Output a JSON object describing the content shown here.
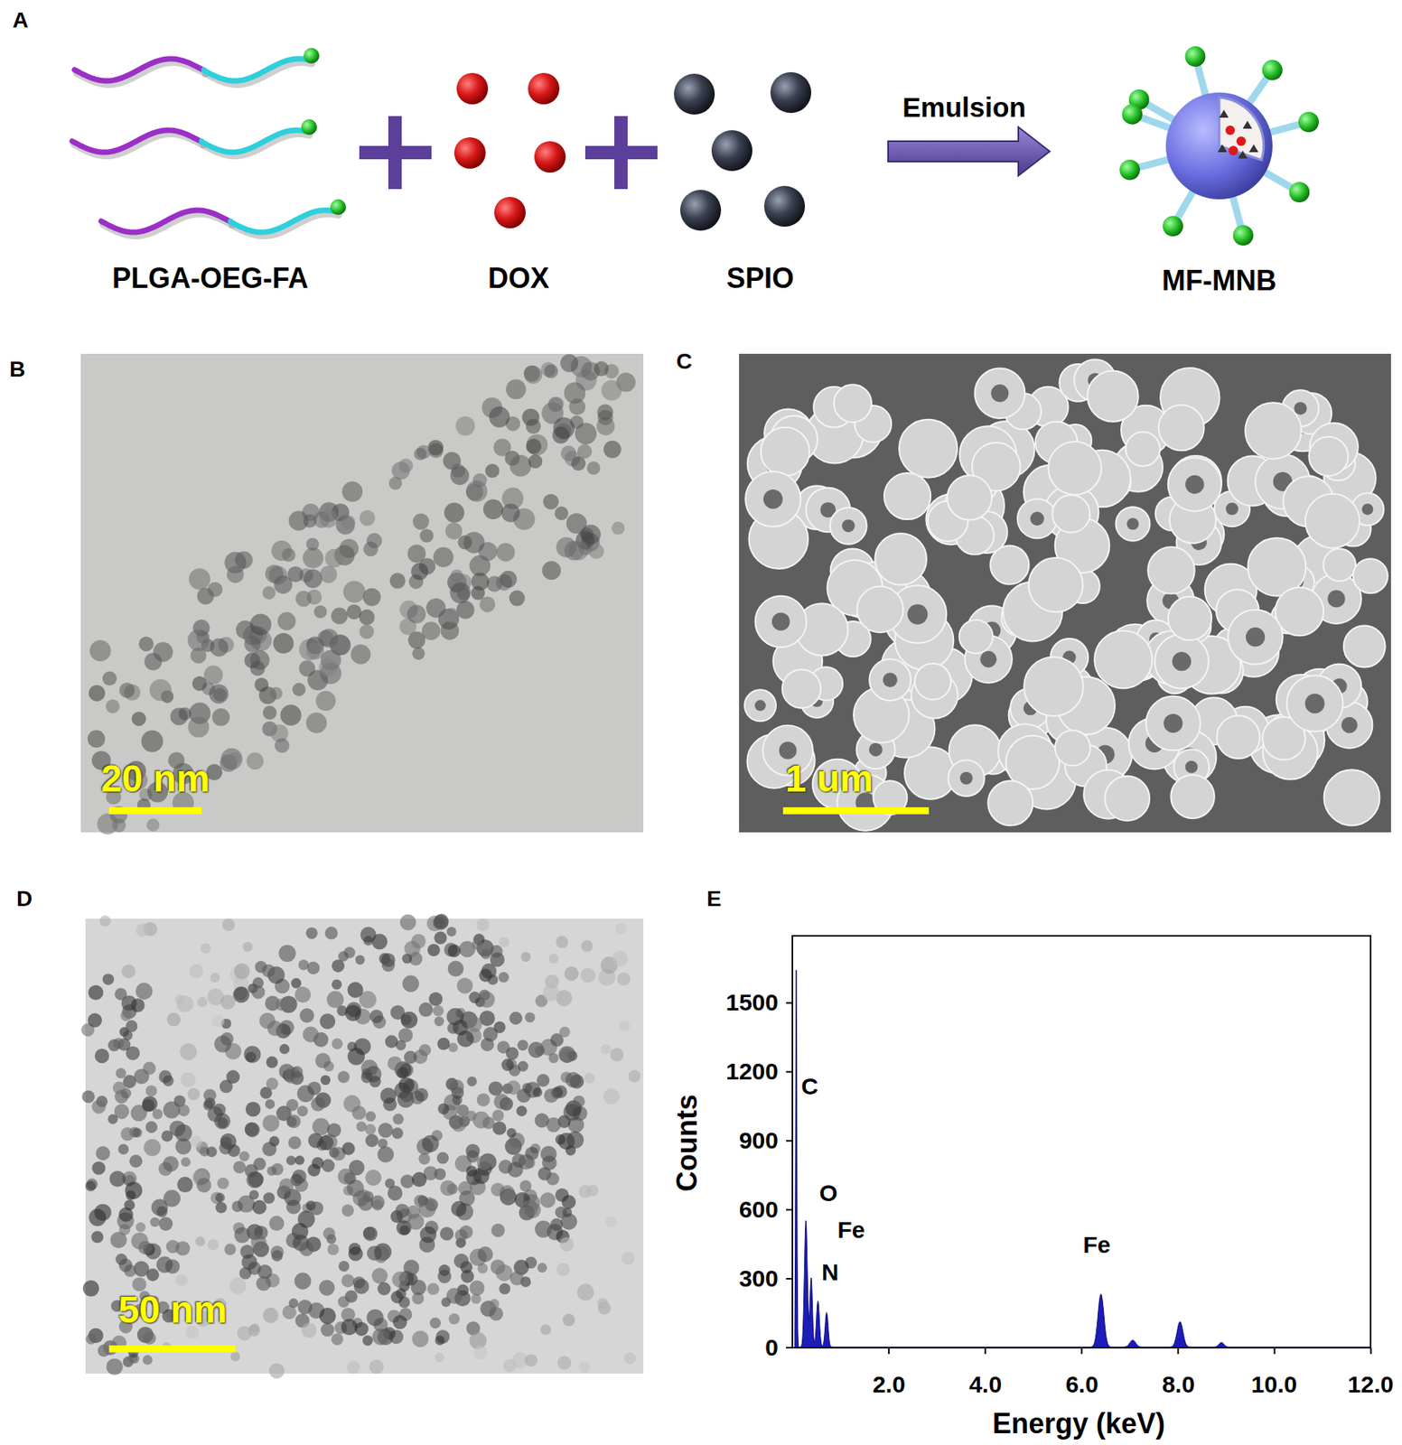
{
  "diagram": {
    "labels": [
      "A",
      "PLGA-OEG-FA",
      "DOX",
      "SPIO",
      "Emulsion",
      "MF-MNB",
      "B",
      "20 nm",
      "C",
      "1 um",
      "D",
      "50 nm",
      "E",
      "Counts",
      "Energy (keV)",
      "0",
      "300",
      "600",
      "900",
      "1200",
      "1500",
      "2.0",
      "4.0",
      "6.0",
      "8.0",
      "10.0",
      "12.0",
      "C",
      "O",
      "Fe",
      "N",
      "Fe"
    ]
  }
}
